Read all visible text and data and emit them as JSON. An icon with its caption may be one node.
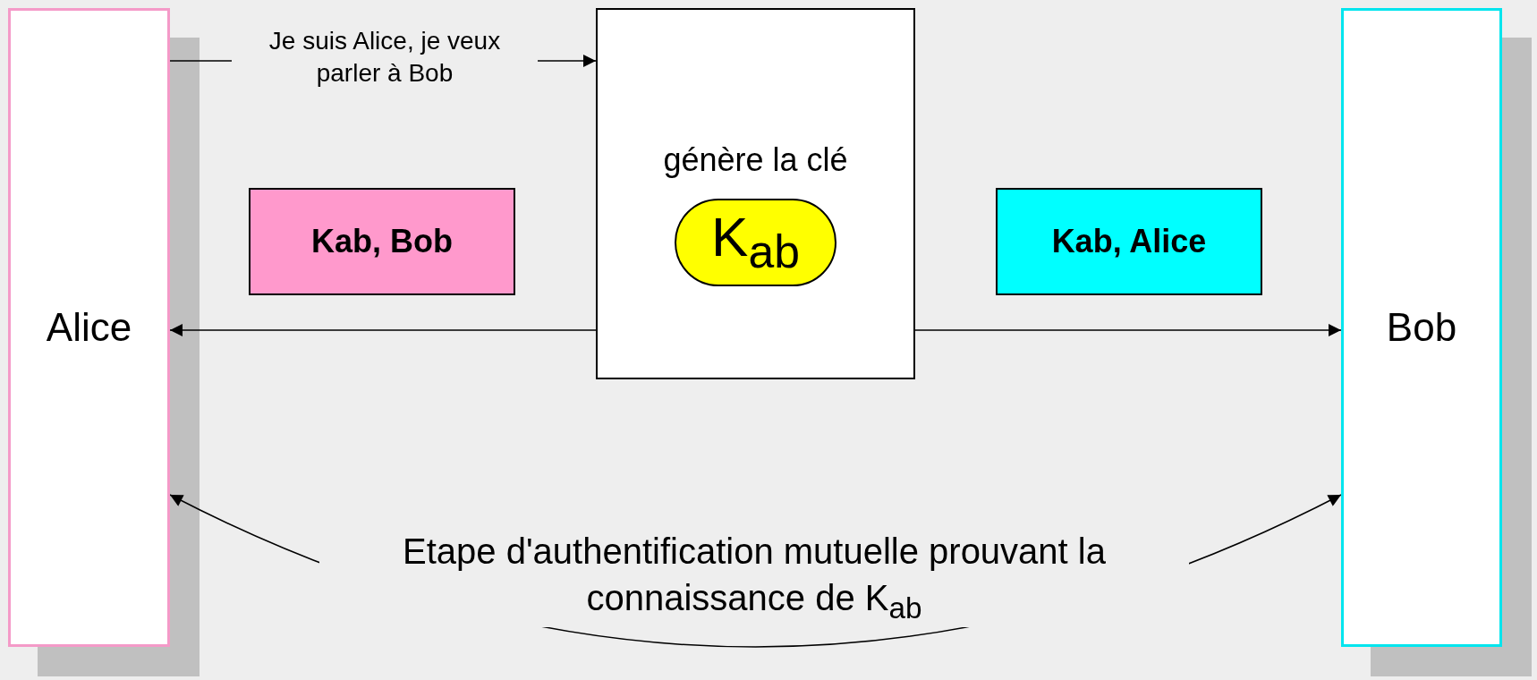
{
  "diagram": {
    "nodes": [
      {
        "text": [
          "Alice"
        ]
      },
      {
        "text": [
          "génère la clé"
        ]
      },
      {
        "text": [
          "K$_{ab}$"
        ],
        "in": 1
      },
      {
        "text": [
          "Kab, Bob"
        ]
      },
      {
        "text": [
          "Kab, Alice"
        ]
      },
      {
        "text": [
          "Bob"
        ]
      }
    ],
    "edges": [
      {
        "from": 0,
        "to": 1,
        "arrow": "to",
        "label": "Je suis Alice, je veux parler à Bob"
      },
      {
        "from": 1,
        "to": 0,
        "arrow": "to"
      },
      {
        "from": 1,
        "to": 5,
        "arrow": "to"
      },
      {
        "from": 0,
        "to": 5,
        "arrow": "both",
        "label": "Etape d'authentification mutuelle prouvant la connaissance de K$_{ab}$"
      }
    ]
  }
}
